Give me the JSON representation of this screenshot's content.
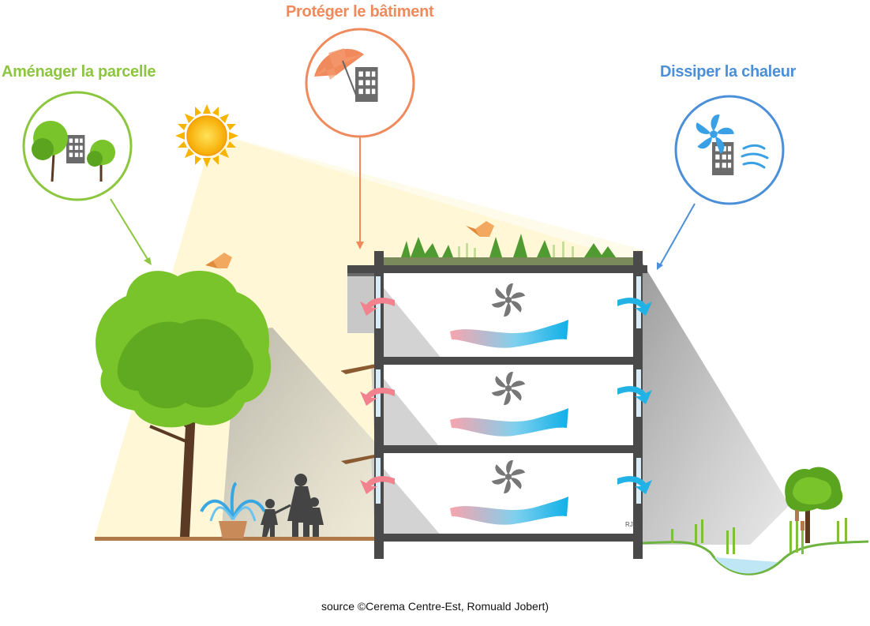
{
  "labels": {
    "amenager": "Aménager la parcelle",
    "proteger": "Protéger le bâtiment",
    "dissiper": "Dissiper la chaleur"
  },
  "caption": "source ©Cerema Centre-Est, Romuald Jobert)",
  "signature": "RJ",
  "colors": {
    "green": "#8cc63f",
    "orange": "#f08a5d",
    "blue": "#4a8fd8",
    "building": "#4a4a4a",
    "sun": "#f7b500",
    "warm_air": "#f3828f",
    "cool_air": "#1fb6e8"
  },
  "icons": [
    "trees-building-icon",
    "umbrella-building-icon",
    "fan-wind-building-icon",
    "fan-icon",
    "sun-icon",
    "fountain-icon",
    "family-icon"
  ]
}
